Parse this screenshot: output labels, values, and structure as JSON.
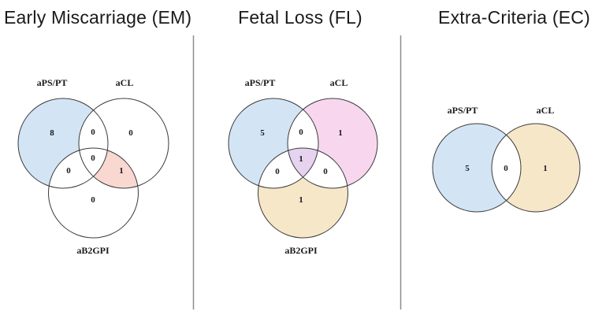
{
  "figure_name": "Venn diagrams of antibody positivity by outcome group",
  "colors": {
    "background": "#ffffff",
    "circle_stroke": "#3a3a3a",
    "divider_gray": "#8c8c8c",
    "text": "#1a1a1a",
    "blue": "#d3e5f5",
    "salmon": "#f8d8d0",
    "pink": "#f8d7ee",
    "wheat": "#f6e7c9",
    "purple": "#e5d3f0",
    "white": "#ffffff"
  },
  "chart_data": [
    {
      "type": "venn",
      "title": "Early Miscarriage (EM)",
      "sets": [
        "aPS/PT",
        "aCL",
        "aB2GPI"
      ],
      "region_values": {
        "A": 8,
        "AB": 0,
        "B": 0,
        "ABC": 0,
        "AC": 0,
        "BC": 1,
        "C": 0
      },
      "region_labels": {
        "A": "aPS/PT only",
        "B": "aCL only",
        "C": "aB2GPI only",
        "AB": "aPS/PT∩aCL",
        "AC": "aPS/PT∩aB2GPI",
        "BC": "aCL∩aB2GPI",
        "ABC": "all three"
      },
      "region_colors": {
        "A": "#d3e5f5",
        "AB": "#ffffff",
        "B": "#ffffff",
        "ABC": "#ffffff",
        "AC": "#ffffff",
        "BC": "#f8d8d0",
        "C": "#ffffff"
      }
    },
    {
      "type": "venn",
      "title": "Fetal Loss (FL)",
      "sets": [
        "aPS/PT",
        "aCL",
        "aB2GPI"
      ],
      "region_values": {
        "A": 5,
        "AB": 0,
        "B": 1,
        "ABC": 1,
        "AC": 0,
        "BC": 0,
        "C": 1
      },
      "region_labels": {
        "A": "aPS/PT only",
        "B": "aCL only",
        "C": "aB2GPI only",
        "AB": "aPS/PT∩aCL",
        "AC": "aPS/PT∩aB2GPI",
        "BC": "aCL∩aB2GPI",
        "ABC": "all three"
      },
      "region_colors": {
        "A": "#d3e5f5",
        "AB": "#ffffff",
        "B": "#f8d7ee",
        "ABC": "#e5d3f0",
        "AC": "#ffffff",
        "BC": "#ffffff",
        "C": "#f6e7c9"
      }
    },
    {
      "type": "venn",
      "title": "Extra-Criteria (EC)",
      "sets": [
        "aPS/PT",
        "aCL"
      ],
      "region_values": {
        "A": 5,
        "AB": 0,
        "B": 1
      },
      "region_labels": {
        "A": "aPS/PT only",
        "B": "aCL only",
        "AB": "aPS/PT∩aCL"
      },
      "region_colors": {
        "A": "#d3e5f5",
        "AB": "#ffffff",
        "B": "#f6e7c9"
      }
    }
  ]
}
